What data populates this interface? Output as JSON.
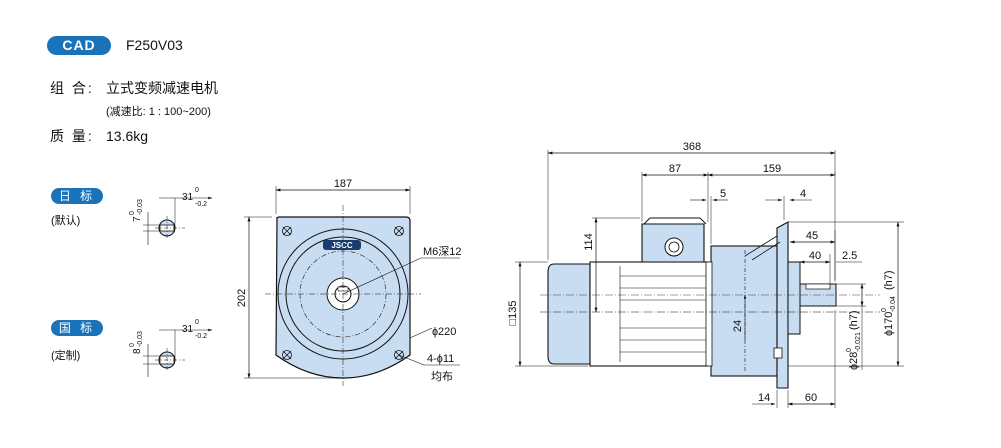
{
  "header": {
    "badge": "CAD",
    "model": "F250V03"
  },
  "specs": {
    "combo_label": "组 合:",
    "combo_value": "立式变频减速电机",
    "ratio_note": "(减速比: 1 : 100~200)",
    "mass_label": "质 量:",
    "mass_value": "13.6kg"
  },
  "keys": {
    "japan": {
      "label": "日 标",
      "note": "(默认)",
      "dim_a": "7",
      "dim_a_tol_hi": "0",
      "dim_a_tol_lo": "-0.03",
      "dim_b": "31",
      "dim_b_tol_hi": "0",
      "dim_b_tol_lo": "-0.2"
    },
    "china": {
      "label": "国 标",
      "note": "(定制)",
      "dim_a": "8",
      "dim_a_tol_hi": "0",
      "dim_a_tol_lo": "-0.03",
      "dim_b": "31",
      "dim_b_tol_hi": "0",
      "dim_b_tol_lo": "-0.2"
    }
  },
  "front_view": {
    "width": "187",
    "height": "202",
    "logo_text": "JSCC",
    "tap": "M6深12",
    "pcd": "ɸ220",
    "holes": "4-ɸ11",
    "holes_note": "均布"
  },
  "side_view": {
    "total_length": "368",
    "l_87": "87",
    "l_159": "159",
    "l_5": "5",
    "l_4": "4",
    "h_114": "114",
    "sq_135": "□135",
    "l_45": "45",
    "l_40": "40",
    "l_2_5": "2.5",
    "d_24": "24",
    "l_14": "14",
    "l_60": "60",
    "flange_d": "ɸ170",
    "flange_tol_hi": "0",
    "flange_tol_lo": "-0.04",
    "flange_fit": "(h7)",
    "shaft_d": "ɸ28",
    "shaft_tol_hi": "0",
    "shaft_tol_lo": "-0.021",
    "shaft_fit": "(h7)"
  },
  "colors": {
    "accent": "#1a72b8",
    "part_fill": "#c9ddf2",
    "line": "#111111"
  }
}
